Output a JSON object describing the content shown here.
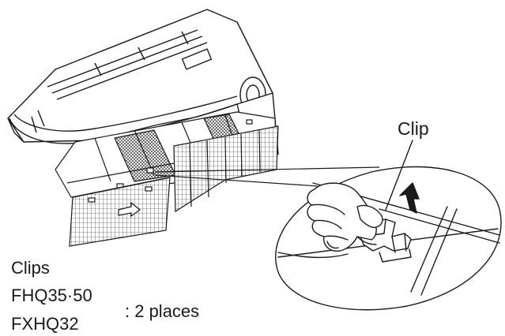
{
  "labels": {
    "clip": "Clip",
    "clips_heading": "Clips",
    "model_1": "FHQ35·50",
    "model_2": "FXHQ32",
    "places": ": 2 places"
  },
  "colors": {
    "line": "#1a1a1a",
    "background": "#ffffff"
  },
  "icons": {
    "arrow": "push-up-arrow-icon"
  }
}
